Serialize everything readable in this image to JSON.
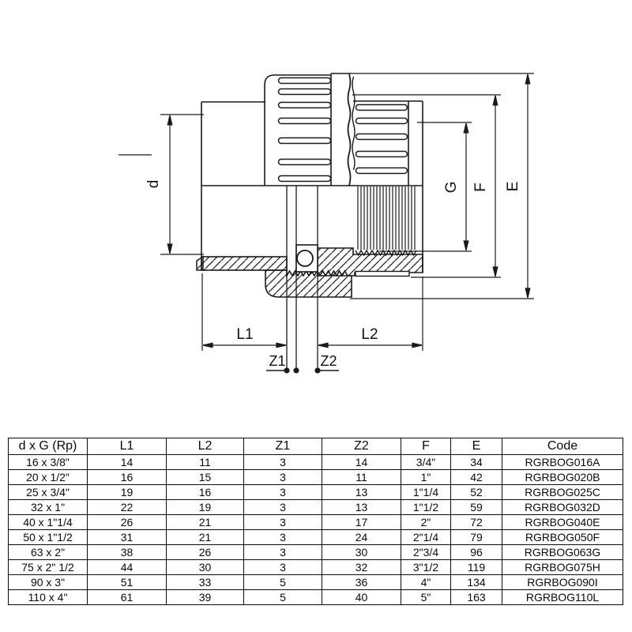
{
  "diagram": {
    "labels": {
      "d": "d",
      "G": "G",
      "F": "F",
      "E": "E",
      "L1": "L1",
      "L2": "L2",
      "Z1": "Z1",
      "Z2": "Z2"
    },
    "line_color": "#1a1a1a"
  },
  "table": {
    "headers": [
      "d x G (Rp)",
      "L1",
      "L2",
      "Z1",
      "Z2",
      "F",
      "E",
      "Code"
    ],
    "rows": [
      [
        "16 x 3/8\"",
        "14",
        "11",
        "3",
        "14",
        "3/4\"",
        "34",
        "RGRBOG016A"
      ],
      [
        "20 x 1/2\"",
        "16",
        "15",
        "3",
        "11",
        "1\"",
        "42",
        "RGRBOG020B"
      ],
      [
        "25 x 3/4\"",
        "19",
        "16",
        "3",
        "13",
        "1\"1/4",
        "52",
        "RGRBOG025C"
      ],
      [
        "32 x 1\"",
        "22",
        "19",
        "3",
        "13",
        "1\"1/2",
        "59",
        "RGRBOG032D"
      ],
      [
        "40 x 1\"1/4",
        "26",
        "21",
        "3",
        "17",
        "2\"",
        "72",
        "RGRBOG040E"
      ],
      [
        "50 x 1\"1/2",
        "31",
        "21",
        "3",
        "24",
        "2\"1/4",
        "79",
        "RGRBOG050F"
      ],
      [
        "63 x 2\"",
        "38",
        "26",
        "3",
        "30",
        "2\"3/4",
        "96",
        "RGRBOG063G"
      ],
      [
        "75 x 2\" 1/2",
        "44",
        "30",
        "3",
        "32",
        "3\"1/2",
        "119",
        "RGRBOG075H"
      ],
      [
        "90 x 3\"",
        "51",
        "33",
        "5",
        "36",
        "4\"",
        "134",
        "RGRBOG090I"
      ],
      [
        "110 x 4\"",
        "61",
        "39",
        "5",
        "40",
        "5\"",
        "163",
        "RGRBOG110L"
      ]
    ]
  }
}
